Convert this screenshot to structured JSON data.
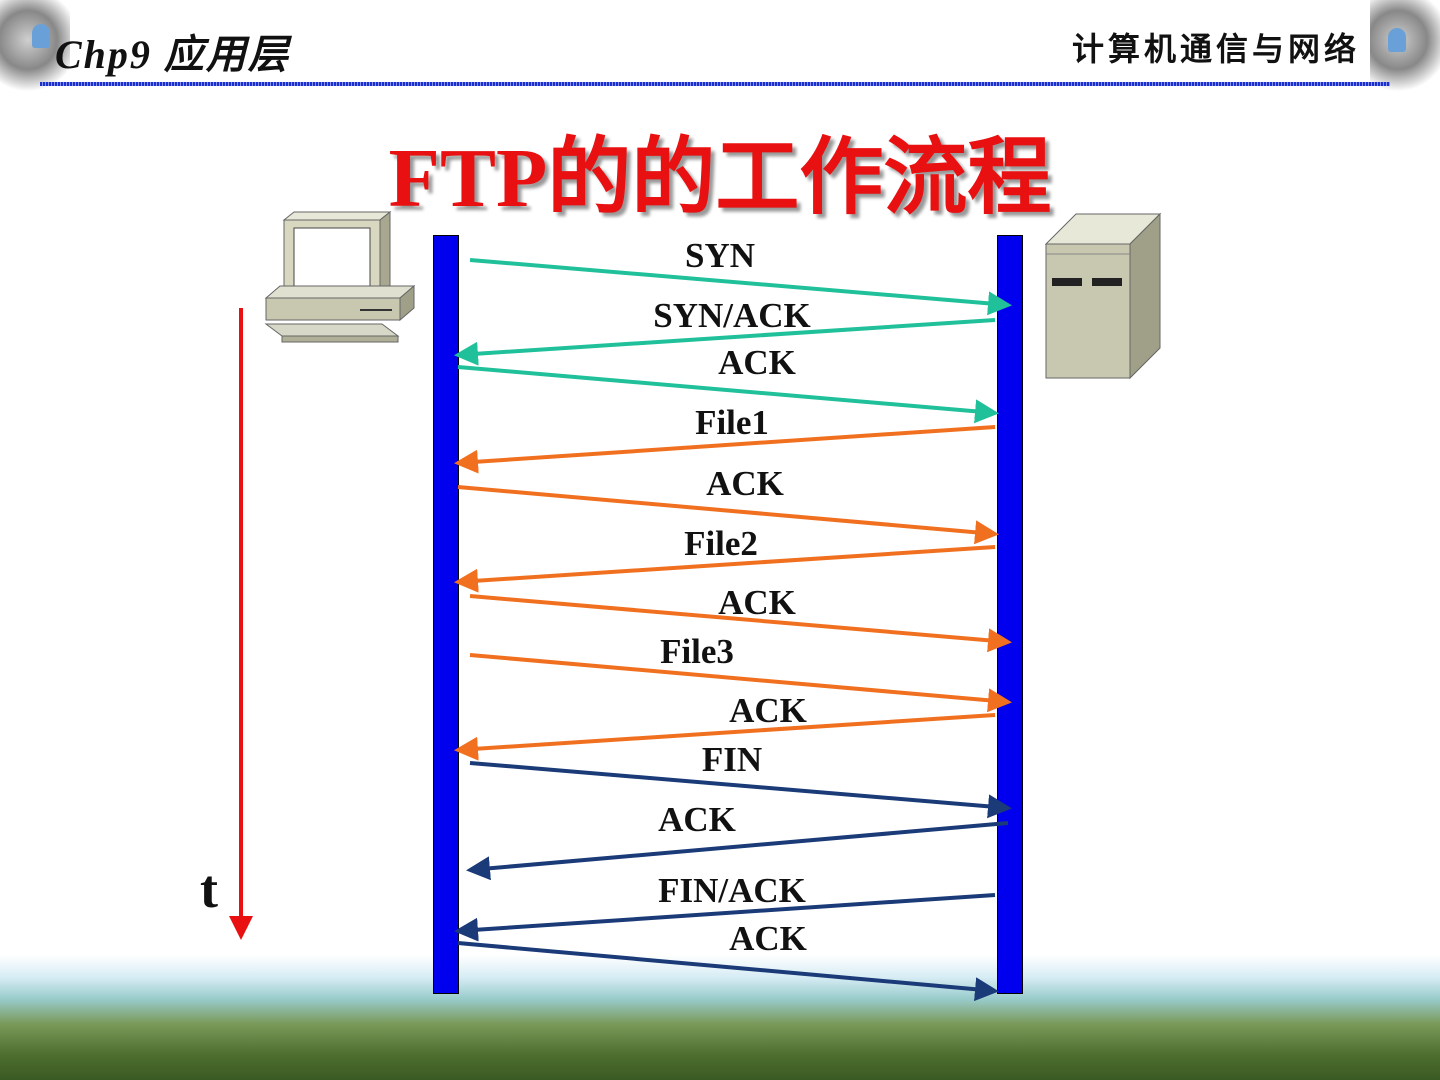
{
  "header": {
    "chapter": "Chp9 应用层",
    "course": "计算机通信与网络"
  },
  "title": "FTP的的工作流程",
  "time_axis_label": "t",
  "colors": {
    "handshake": "#20c09a",
    "transfer": "#f07020",
    "teardown": "#1a3a78",
    "timeline": "#0000ee",
    "time_arrow": "#e81010"
  },
  "messages": [
    {
      "label": "SYN",
      "direction": "client-to-server",
      "phase": "handshake"
    },
    {
      "label": "SYN/ACK",
      "direction": "server-to-client",
      "phase": "handshake"
    },
    {
      "label": "ACK",
      "direction": "client-to-server",
      "phase": "handshake"
    },
    {
      "label": "File1",
      "direction": "server-to-client",
      "phase": "transfer"
    },
    {
      "label": "ACK",
      "direction": "client-to-server",
      "phase": "transfer"
    },
    {
      "label": "File2",
      "direction": "server-to-client",
      "phase": "transfer"
    },
    {
      "label": "ACK",
      "direction": "client-to-server",
      "phase": "transfer"
    },
    {
      "label": "File3",
      "direction": "client-to-server",
      "phase": "transfer"
    },
    {
      "label": "ACK",
      "direction": "server-to-client",
      "phase": "transfer"
    },
    {
      "label": "FIN",
      "direction": "client-to-server",
      "phase": "teardown"
    },
    {
      "label": "ACK",
      "direction": "server-to-client",
      "phase": "teardown"
    },
    {
      "label": "FIN/ACK",
      "direction": "server-to-client",
      "phase": "teardown"
    },
    {
      "label": "ACK",
      "direction": "client-to-server",
      "phase": "teardown"
    }
  ]
}
